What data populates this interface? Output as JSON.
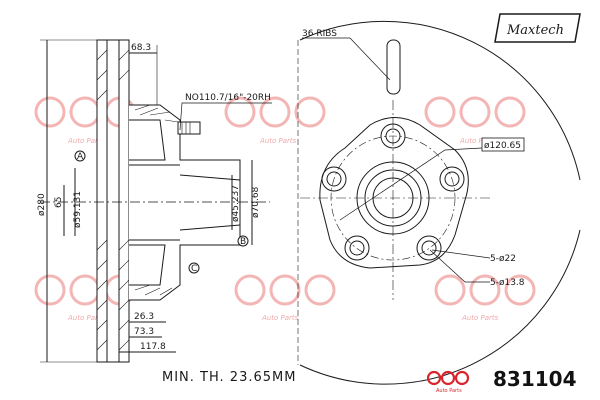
{
  "brand": {
    "name": "Maxtech",
    "maker": "QOS",
    "maker_sub": "Auto Parts"
  },
  "part_number": "831104",
  "min_thickness": "MIN. TH. 23.65MM",
  "datums": [
    "A",
    "B",
    "C"
  ],
  "side_view": {
    "outer_diameter": "ø280",
    "hat_height_label": "65",
    "bore_diameter": "ø59.131",
    "hub_bore_1": "ø45.237",
    "hub_bore_2": "ø70.68",
    "dim_68_3": "68.3",
    "dim_26_3": "26.3",
    "dim_73_3": "73.3",
    "dim_117_8": "117.8",
    "thread_note": "NO110.7/16\"-20RH"
  },
  "front_view": {
    "ribs": "36 RIBS",
    "bolt_circle": "ø120.65",
    "holes_large": "5-ø22",
    "holes_small": "5-ø13.8"
  },
  "colors": {
    "line": "#1a1a1a",
    "watermark": "#f4b5b5",
    "brand_red": "#d9262c"
  }
}
